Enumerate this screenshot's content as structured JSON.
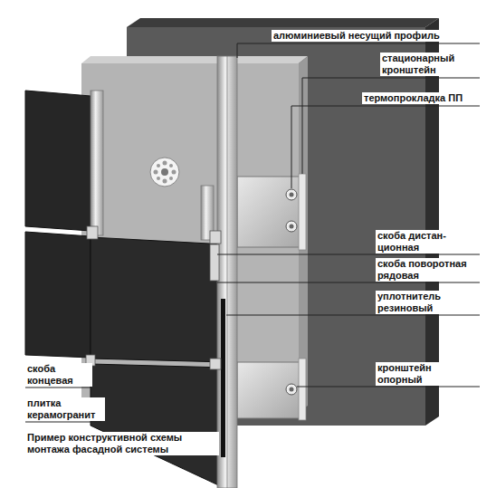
{
  "diagram": {
    "caption": "Пример конструктивной схемы монтажа фасадной системы",
    "labels": [
      "алюминиевый несущий профиль",
      "стационарный кронштейн",
      "термопрокладка ПП",
      "скоба дистан- ционная",
      "скоба поворотная рядовая",
      "уплотнитель резиновый",
      "кронштейн опорный",
      "скоба концевая",
      "плитка керамогранит"
    ]
  }
}
